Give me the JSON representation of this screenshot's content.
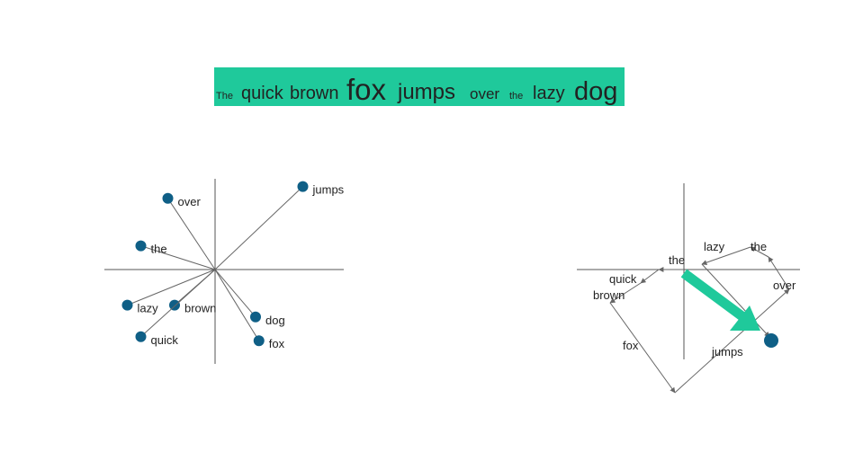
{
  "colors": {
    "banner": "#1fc99b",
    "point": "#0f5f86",
    "axis": "#555555",
    "vector": "#666666",
    "result_arrow": "#1fc99b"
  },
  "sentence": {
    "words": [
      {
        "text": "The",
        "emphasis": "small"
      },
      {
        "text": "quick",
        "emphasis": "medium"
      },
      {
        "text": "brown",
        "emphasis": "medium"
      },
      {
        "text": "fox",
        "emphasis": "xlarge"
      },
      {
        "text": "jumps",
        "emphasis": "large"
      },
      {
        "text": "over",
        "emphasis": "medium"
      },
      {
        "text": "the",
        "emphasis": "small"
      },
      {
        "text": "lazy",
        "emphasis": "medium"
      },
      {
        "text": "dog",
        "emphasis": "xlarge"
      }
    ]
  },
  "left_panel": {
    "points": [
      {
        "label": "over",
        "x": -0.7,
        "y": 0.9
      },
      {
        "label": "jumps",
        "x": 1.3,
        "y": 1.05
      },
      {
        "label": "the",
        "x": -1.1,
        "y": 0.3
      },
      {
        "label": "lazy",
        "x": -1.3,
        "y": -0.45
      },
      {
        "label": "brown",
        "x": -0.6,
        "y": -0.45
      },
      {
        "label": "quick",
        "x": -1.1,
        "y": -0.85
      },
      {
        "label": "dog",
        "x": 0.6,
        "y": -0.6
      },
      {
        "label": "fox",
        "x": 0.65,
        "y": -0.9
      }
    ]
  },
  "right_panel": {
    "path_labels": [
      "the",
      "quick",
      "brown",
      "fox",
      "jumps",
      "over",
      "the",
      "lazy"
    ],
    "result_label": ""
  }
}
